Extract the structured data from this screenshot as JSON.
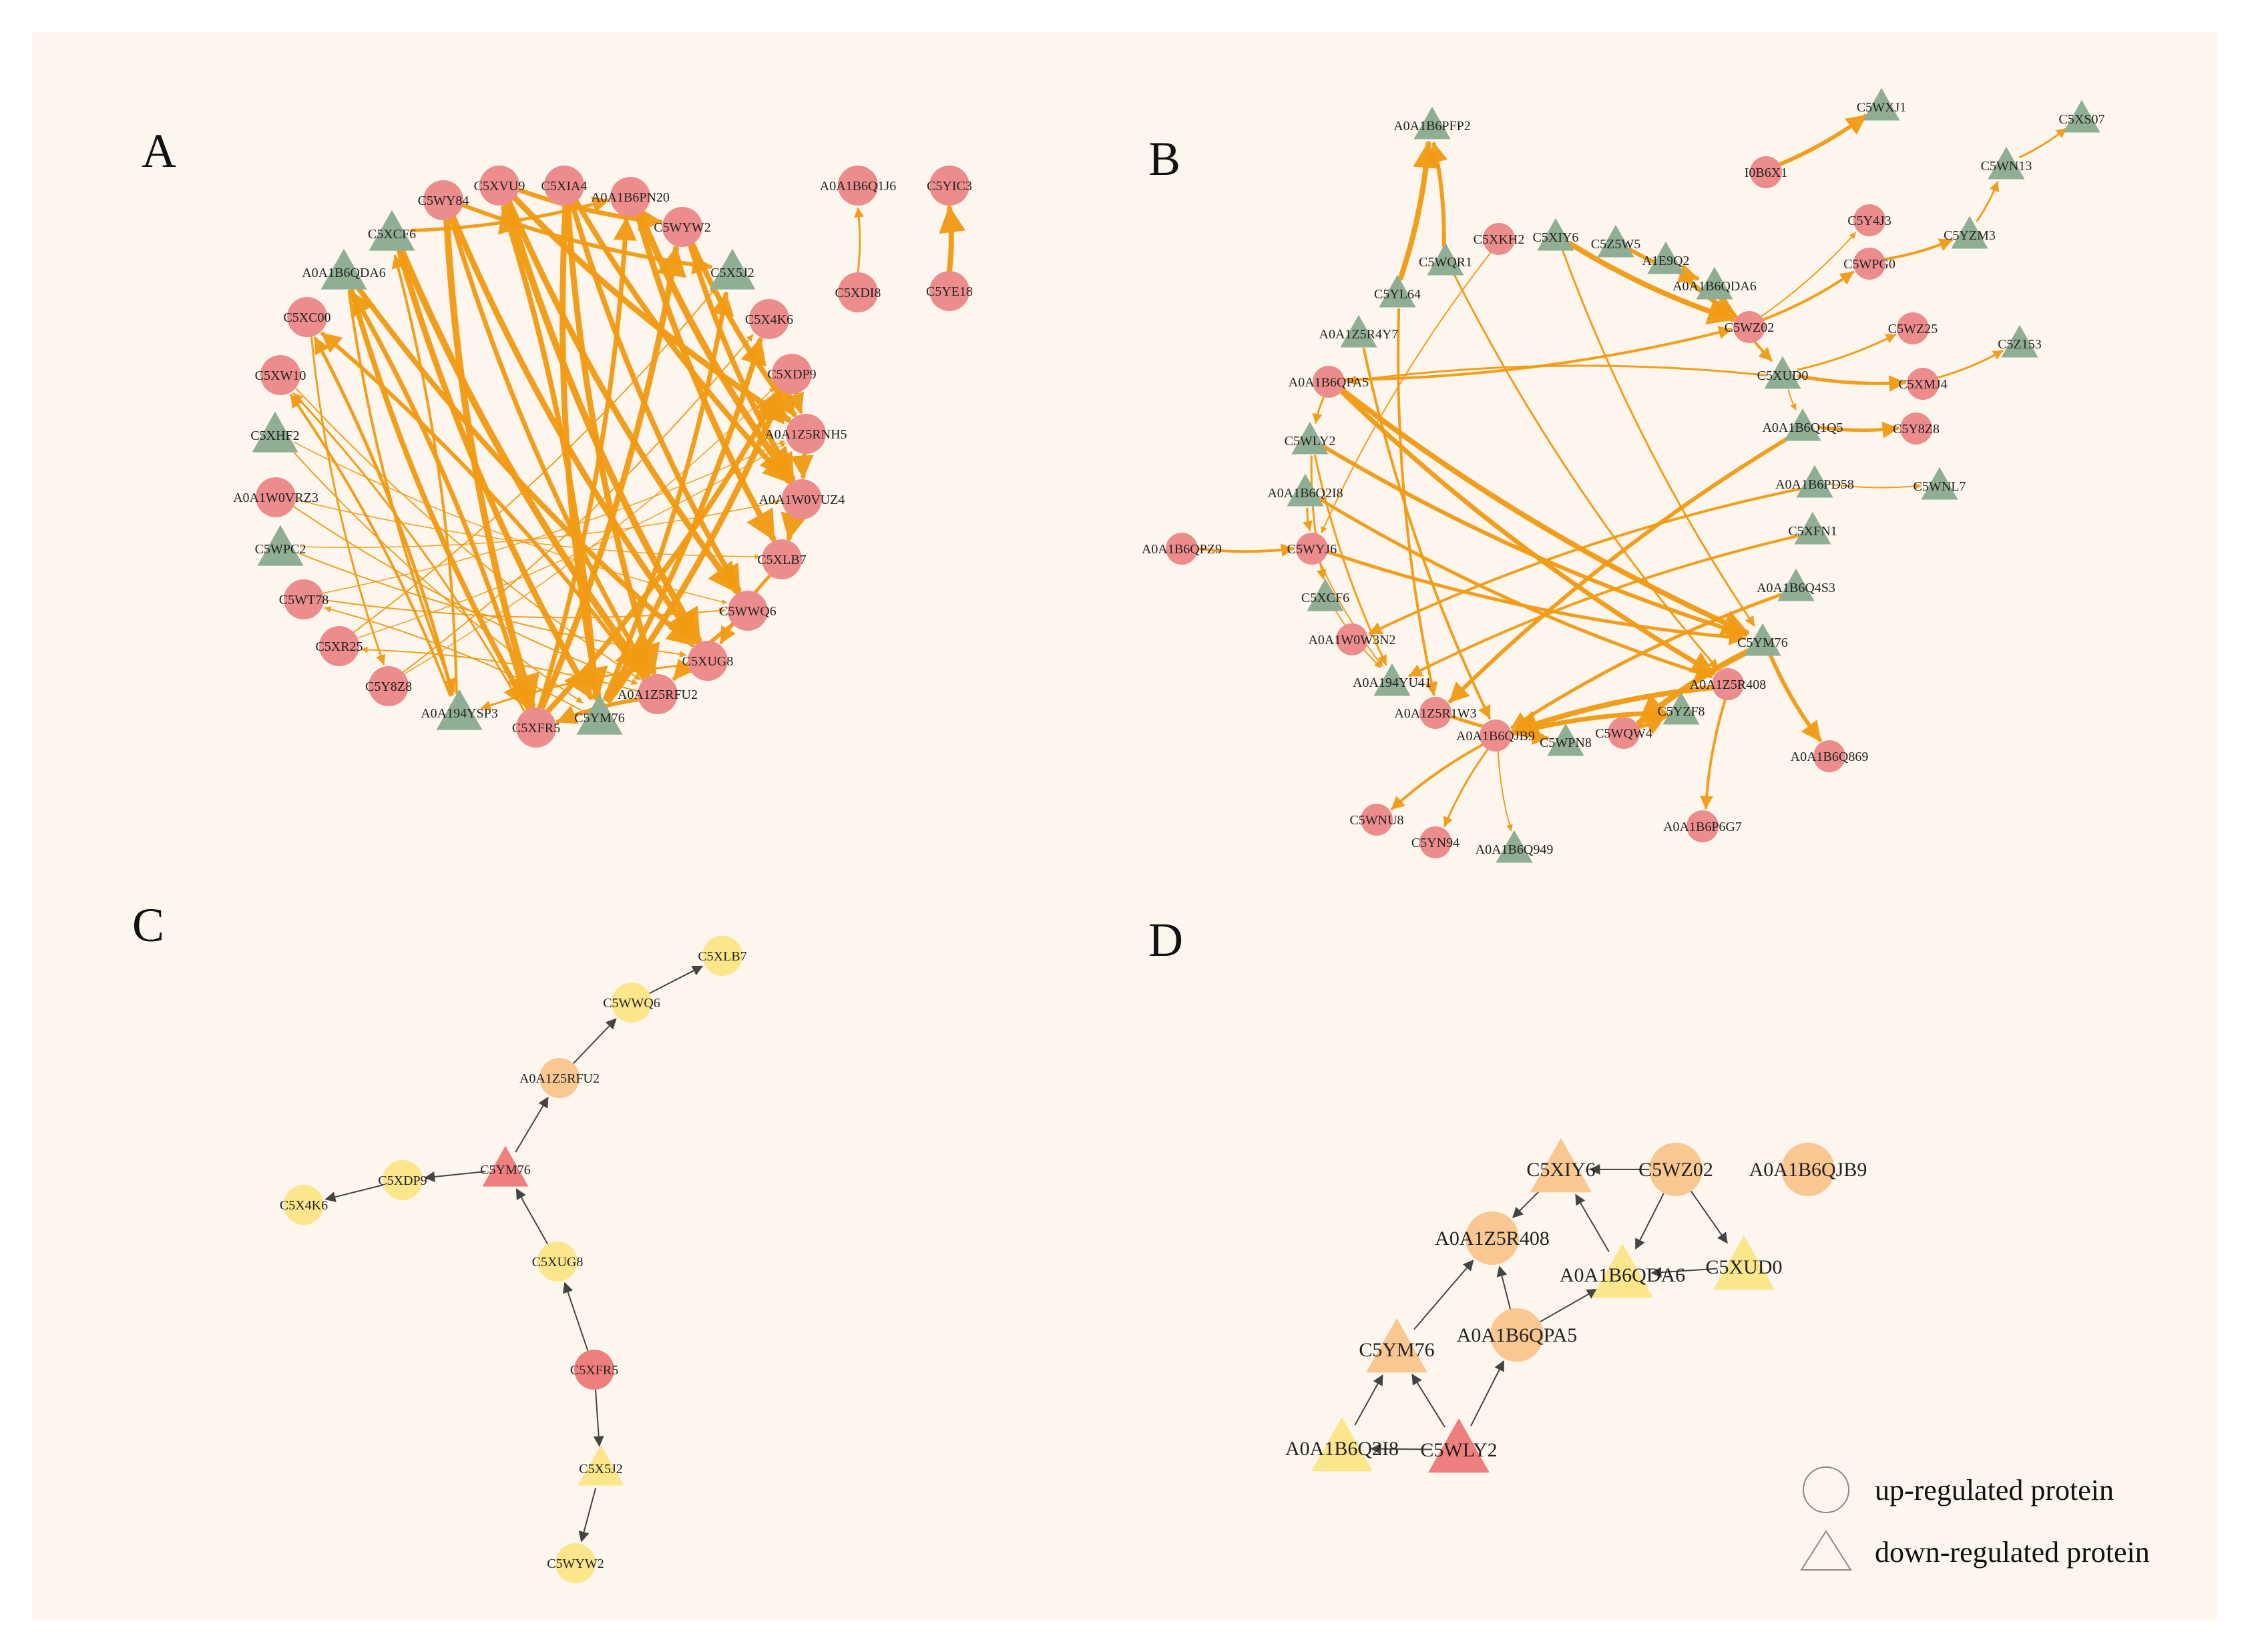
{
  "colors": {
    "background": "#fdf6ee",
    "up_circle": "#ec8c8c",
    "down_triangle": "#8fae93",
    "edge": "#f29a12",
    "yellow": "#fbe68c",
    "peach": "#f8c792",
    "red": "#ef7f7f",
    "arrow": "#444444"
  },
  "legend": {
    "up": "up-regulated protein",
    "down": "down-regulated protein"
  },
  "panels": [
    {
      "label": "A",
      "nodes": [
        {
          "id": "a0",
          "label": "C5XVU9",
          "shape": "circle",
          "color": "red"
        },
        {
          "id": "a1",
          "label": "C5XIA4",
          "shape": "circle",
          "color": "red"
        },
        {
          "id": "a2",
          "label": "A0A1B6PN20",
          "shape": "circle",
          "color": "red"
        },
        {
          "id": "a3",
          "label": "C5WYW2",
          "shape": "circle",
          "color": "red"
        },
        {
          "id": "a4",
          "label": "C5X5J2",
          "shape": "triangle",
          "color": "green"
        },
        {
          "id": "a5",
          "label": "C5X4K6",
          "shape": "circle",
          "color": "red"
        },
        {
          "id": "a6",
          "label": "C5XDP9",
          "shape": "circle",
          "color": "red"
        },
        {
          "id": "a7",
          "label": "A0A1Z5RNH5",
          "shape": "circle",
          "color": "red"
        },
        {
          "id": "a8",
          "label": "A0A1W0VUZ4",
          "shape": "circle",
          "color": "red"
        },
        {
          "id": "a9",
          "label": "C5XLB7",
          "shape": "circle",
          "color": "red"
        },
        {
          "id": "a10",
          "label": "C5WWQ6",
          "shape": "circle",
          "color": "red"
        },
        {
          "id": "a11",
          "label": "C5XUG8",
          "shape": "circle",
          "color": "red"
        },
        {
          "id": "a12",
          "label": "A0A1Z5RFU2",
          "shape": "circle",
          "color": "red"
        },
        {
          "id": "a13",
          "label": "C5YM76",
          "shape": "triangle",
          "color": "green"
        },
        {
          "id": "a14",
          "label": "C5XFR5",
          "shape": "circle",
          "color": "red"
        },
        {
          "id": "a15",
          "label": "A0A194YSP3",
          "shape": "triangle",
          "color": "green"
        },
        {
          "id": "a16",
          "label": "C5Y8Z8",
          "shape": "circle",
          "color": "red"
        },
        {
          "id": "a17",
          "label": "C5XR25",
          "shape": "circle",
          "color": "red"
        },
        {
          "id": "a18",
          "label": "C5WT78",
          "shape": "circle",
          "color": "red"
        },
        {
          "id": "a19",
          "label": "C5WPC2",
          "shape": "triangle",
          "color": "green"
        },
        {
          "id": "a20",
          "label": "A0A1W0VRZ3",
          "shape": "circle",
          "color": "red"
        },
        {
          "id": "a21",
          "label": "C5XHF2",
          "shape": "triangle",
          "color": "green"
        },
        {
          "id": "a22",
          "label": "C5XW10",
          "shape": "circle",
          "color": "red"
        },
        {
          "id": "a23",
          "label": "C5XC00",
          "shape": "circle",
          "color": "red"
        },
        {
          "id": "a24",
          "label": "A0A1B6QDA6",
          "shape": "triangle",
          "color": "green"
        },
        {
          "id": "a25",
          "label": "C5XCF6",
          "shape": "triangle",
          "color": "green"
        },
        {
          "id": "a26",
          "label": "C5WY84",
          "shape": "circle",
          "color": "red"
        },
        {
          "id": "a27",
          "label": "A0A1B6Q1J6",
          "shape": "circle",
          "color": "red"
        },
        {
          "id": "a28",
          "label": "C5XDI8",
          "shape": "circle",
          "color": "red"
        },
        {
          "id": "a29",
          "label": "C5YIC3",
          "shape": "circle",
          "color": "red"
        },
        {
          "id": "a30",
          "label": "C5YE18",
          "shape": "circle",
          "color": "red"
        }
      ]
    },
    {
      "label": "B",
      "nodes": [
        {
          "id": "b0",
          "label": "A0A1B6PFP2",
          "shape": "triangle",
          "color": "green"
        },
        {
          "id": "b1",
          "label": "C5WXJ1",
          "shape": "triangle",
          "color": "green"
        },
        {
          "id": "b2",
          "label": "I0B6X1",
          "shape": "circle",
          "color": "red"
        },
        {
          "id": "b3",
          "label": "C5XS07",
          "shape": "triangle",
          "color": "green"
        },
        {
          "id": "b4",
          "label": "C5WN13",
          "shape": "triangle",
          "color": "green"
        },
        {
          "id": "b5",
          "label": "C5Y4J3",
          "shape": "circle",
          "color": "red"
        },
        {
          "id": "b6",
          "label": "C5YZM3",
          "shape": "triangle",
          "color": "green"
        },
        {
          "id": "b7",
          "label": "C5WPG0",
          "shape": "circle",
          "color": "red"
        },
        {
          "id": "b8",
          "label": "C5XKH2",
          "shape": "circle",
          "color": "red"
        },
        {
          "id": "b9",
          "label": "C5XIY6",
          "shape": "triangle",
          "color": "green"
        },
        {
          "id": "b10",
          "label": "C5Z5W5",
          "shape": "triangle",
          "color": "green"
        },
        {
          "id": "b11",
          "label": "A1E9Q2",
          "shape": "triangle",
          "color": "green"
        },
        {
          "id": "b12",
          "label": "A0A1B6QDA6",
          "shape": "triangle",
          "color": "green"
        },
        {
          "id": "b13",
          "label": "C5WQR1",
          "shape": "triangle",
          "color": "green"
        },
        {
          "id": "b14",
          "label": "C5YL64",
          "shape": "triangle",
          "color": "green"
        },
        {
          "id": "b15",
          "label": "C5WZ02",
          "shape": "circle",
          "color": "red"
        },
        {
          "id": "b16",
          "label": "C5WZ25",
          "shape": "circle",
          "color": "red"
        },
        {
          "id": "b17",
          "label": "C5Z153",
          "shape": "triangle",
          "color": "green"
        },
        {
          "id": "b18",
          "label": "A0A1Z5R4Y7",
          "shape": "triangle",
          "color": "green"
        },
        {
          "id": "b19",
          "label": "C5XUD0",
          "shape": "triangle",
          "color": "green"
        },
        {
          "id": "b20",
          "label": "C5XMJ4",
          "shape": "circle",
          "color": "red"
        },
        {
          "id": "b21",
          "label": "A0A1B6QPA5",
          "shape": "circle",
          "color": "red"
        },
        {
          "id": "b22",
          "label": "A0A1B6Q1Q5",
          "shape": "triangle",
          "color": "green"
        },
        {
          "id": "b23",
          "label": "C5Y8Z8",
          "shape": "circle",
          "color": "red"
        },
        {
          "id": "b24",
          "label": "C5WLY2",
          "shape": "triangle",
          "color": "green"
        },
        {
          "id": "b25",
          "label": "A0A1B6PD58",
          "shape": "triangle",
          "color": "green"
        },
        {
          "id": "b26",
          "label": "C5WNL7",
          "shape": "triangle",
          "color": "green"
        },
        {
          "id": "b27",
          "label": "A0A1B6Q2I8",
          "shape": "triangle",
          "color": "green"
        },
        {
          "id": "b28",
          "label": "C5XFN1",
          "shape": "triangle",
          "color": "green"
        },
        {
          "id": "b29",
          "label": "A0A1B6QPZ9",
          "shape": "circle",
          "color": "red"
        },
        {
          "id": "b30",
          "label": "C5WYJ6",
          "shape": "circle",
          "color": "red"
        },
        {
          "id": "b31",
          "label": "A0A1B6Q4S3",
          "shape": "triangle",
          "color": "green"
        },
        {
          "id": "b32",
          "label": "C5XCF6",
          "shape": "triangle",
          "color": "green"
        },
        {
          "id": "b33",
          "label": "C5YM76",
          "shape": "triangle",
          "color": "green"
        },
        {
          "id": "b34",
          "label": "A0A1W0W3N2",
          "shape": "circle",
          "color": "red"
        },
        {
          "id": "b35",
          "label": "A0A1Z5R408",
          "shape": "circle",
          "color": "red"
        },
        {
          "id": "b36",
          "label": "A0A194YU41",
          "shape": "triangle",
          "color": "green"
        },
        {
          "id": "b37",
          "label": "C5YZF8",
          "shape": "triangle",
          "color": "green"
        },
        {
          "id": "b38",
          "label": "A0A1Z5R1W3",
          "shape": "circle",
          "color": "red"
        },
        {
          "id": "b39",
          "label": "A0A1B6QJB9",
          "shape": "circle",
          "color": "red"
        },
        {
          "id": "b40",
          "label": "C5WQW4",
          "shape": "circle",
          "color": "red"
        },
        {
          "id": "b41",
          "label": "C5WPN8",
          "shape": "triangle",
          "color": "green"
        },
        {
          "id": "b42",
          "label": "A0A1B6Q869",
          "shape": "circle",
          "color": "red"
        },
        {
          "id": "b43",
          "label": "C5WNU8",
          "shape": "circle",
          "color": "red"
        },
        {
          "id": "b44",
          "label": "C5YN94",
          "shape": "circle",
          "color": "red"
        },
        {
          "id": "b45",
          "label": "A0A1B6Q949",
          "shape": "triangle",
          "color": "green"
        },
        {
          "id": "b46",
          "label": "A0A1B6P6G7",
          "shape": "circle",
          "color": "red"
        }
      ]
    },
    {
      "label": "C",
      "nodes": [
        {
          "id": "c0",
          "label": "C5XLB7",
          "shape": "circle",
          "color": "yellow"
        },
        {
          "id": "c1",
          "label": "C5WWQ6",
          "shape": "circle",
          "color": "yellow"
        },
        {
          "id": "c2",
          "label": "A0A1Z5RFU2",
          "shape": "circle",
          "color": "peach"
        },
        {
          "id": "c3",
          "label": "C5YM76",
          "shape": "triangle",
          "color": "red"
        },
        {
          "id": "c4",
          "label": "C5XDP9",
          "shape": "circle",
          "color": "yellow"
        },
        {
          "id": "c5",
          "label": "C5X4K6",
          "shape": "circle",
          "color": "yellow"
        },
        {
          "id": "c6",
          "label": "C5XUG8",
          "shape": "circle",
          "color": "yellow"
        },
        {
          "id": "c7",
          "label": "C5XFR5",
          "shape": "circle",
          "color": "red"
        },
        {
          "id": "c8",
          "label": "C5X5J2",
          "shape": "triangle",
          "color": "yellow"
        },
        {
          "id": "c9",
          "label": "C5WYW2",
          "shape": "circle",
          "color": "yellow"
        }
      ]
    },
    {
      "label": "D",
      "nodes": [
        {
          "id": "d0",
          "label": "C5XIY6",
          "shape": "triangle",
          "color": "peach"
        },
        {
          "id": "d1",
          "label": "C5WZ02",
          "shape": "circle",
          "color": "peach"
        },
        {
          "id": "d2",
          "label": "A0A1B6QJB9",
          "shape": "circle",
          "color": "peach"
        },
        {
          "id": "d3",
          "label": "A0A1Z5R408",
          "shape": "circle",
          "color": "peach"
        },
        {
          "id": "d4",
          "label": "A0A1B6QDA6",
          "shape": "triangle",
          "color": "yellow"
        },
        {
          "id": "d5",
          "label": "C5XUD0",
          "shape": "triangle",
          "color": "yellow"
        },
        {
          "id": "d6",
          "label": "A0A1B6QPA5",
          "shape": "circle",
          "color": "peach"
        },
        {
          "id": "d7",
          "label": "C5YM76",
          "shape": "triangle",
          "color": "peach"
        },
        {
          "id": "d8",
          "label": "A0A1B6Q2I8",
          "shape": "triangle",
          "color": "yellow"
        },
        {
          "id": "d9",
          "label": "C5WLY2",
          "shape": "triangle",
          "color": "red"
        }
      ]
    }
  ]
}
